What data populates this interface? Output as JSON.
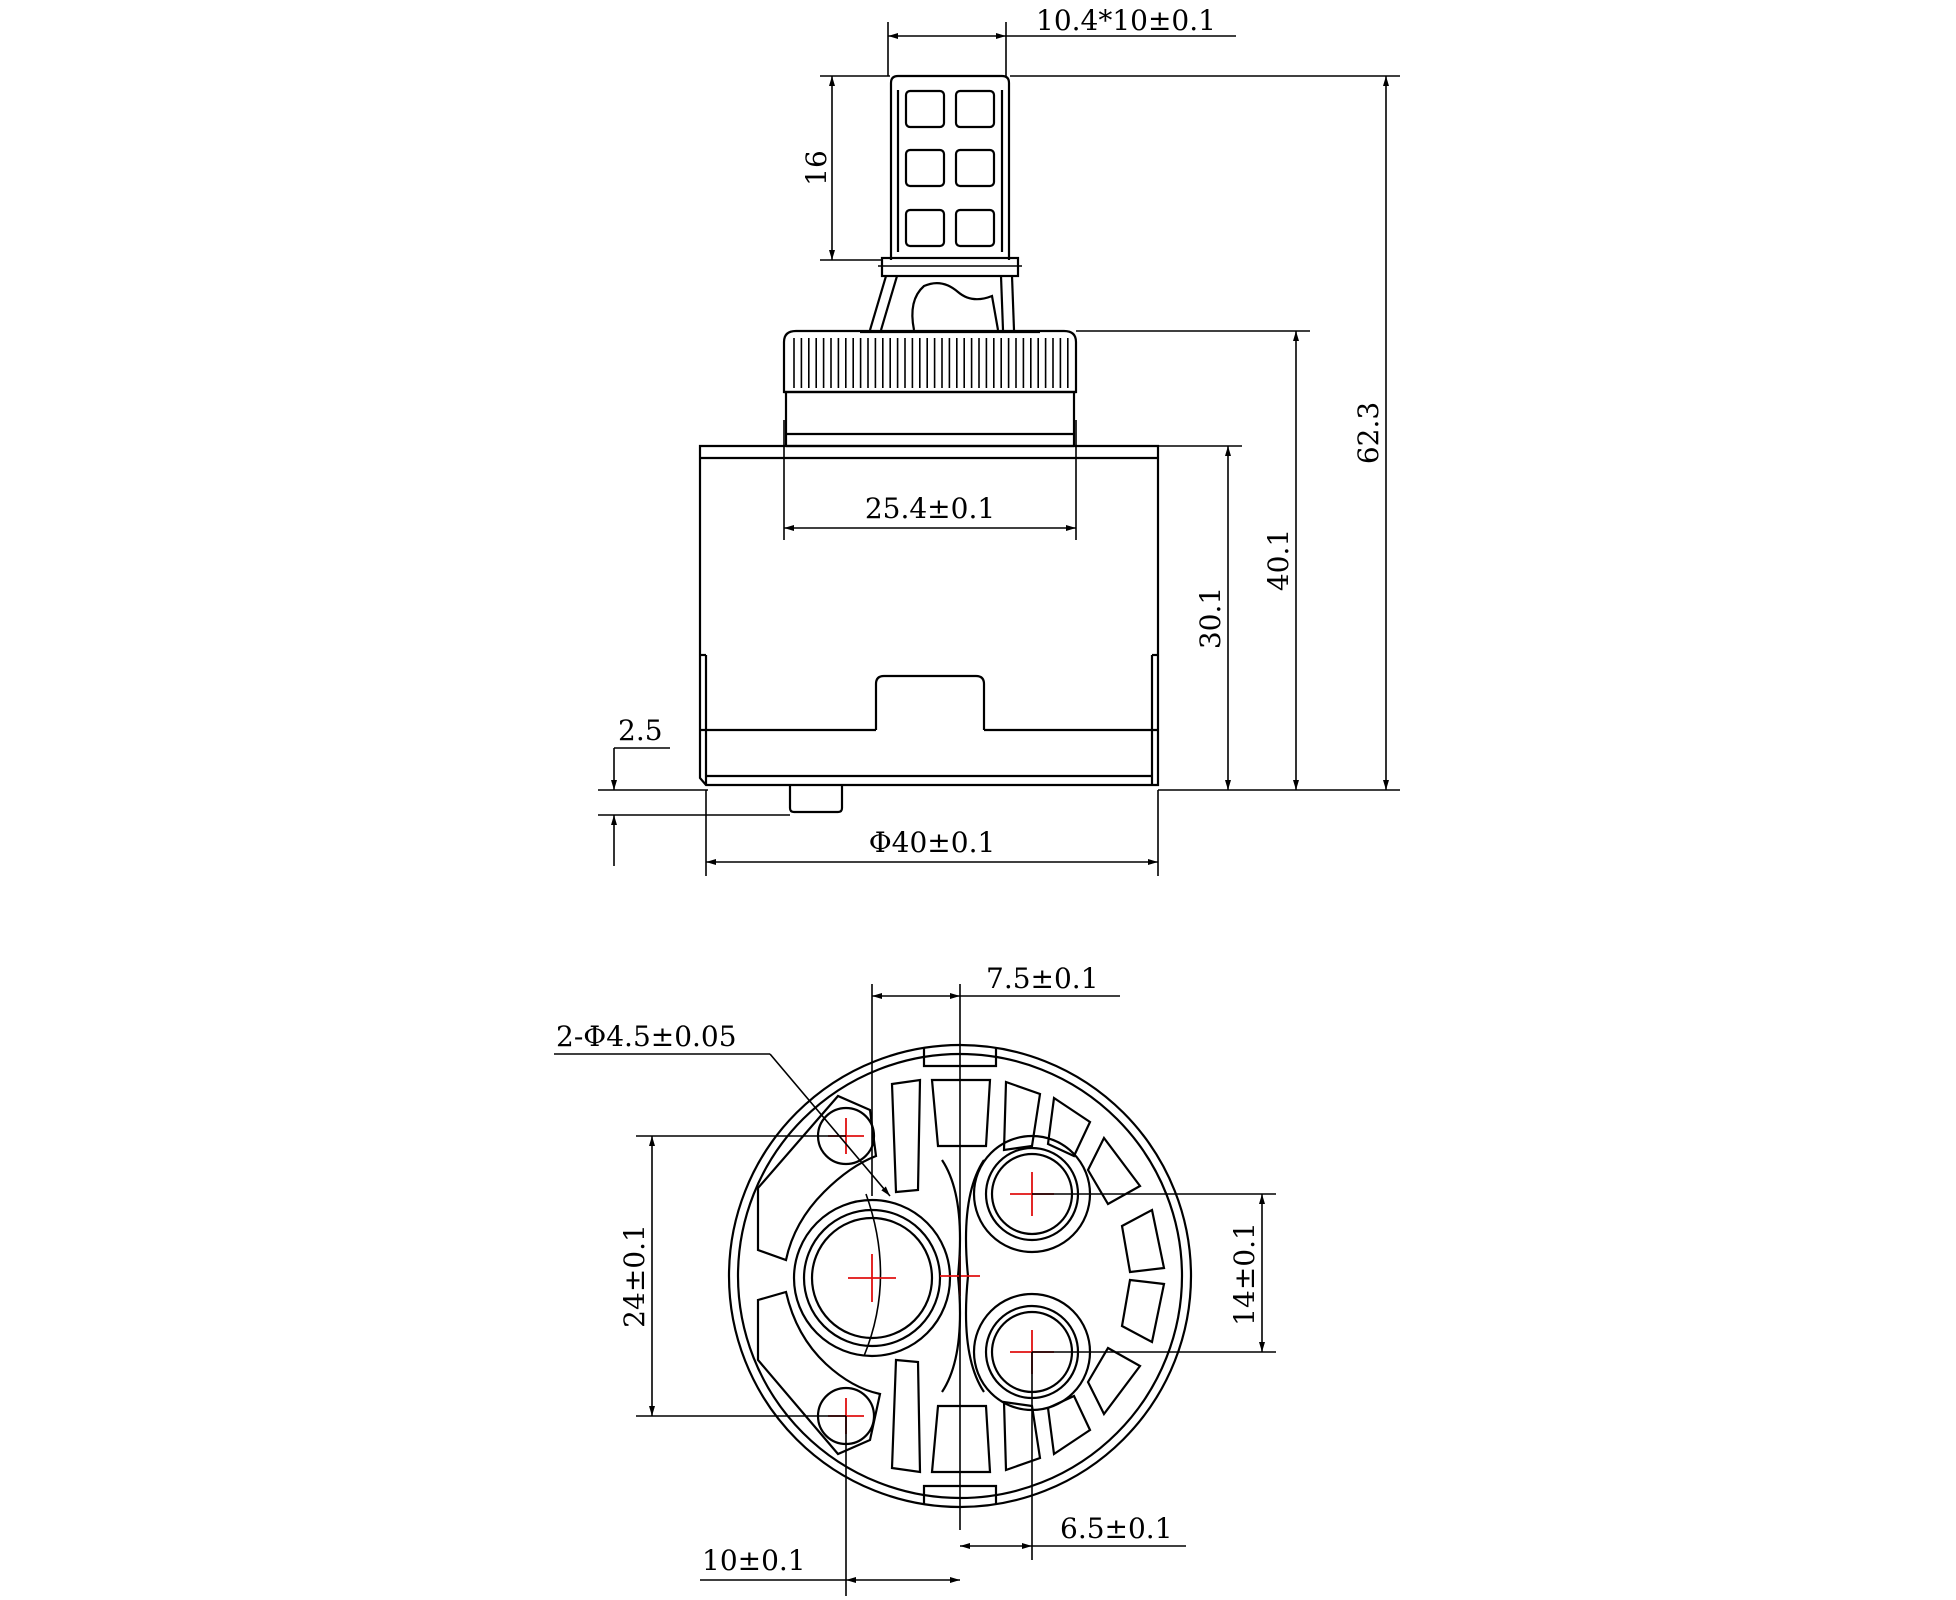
{
  "colors": {
    "line": "#000000",
    "centermark": "#e01010",
    "background": "#ffffff"
  },
  "side_view": {
    "stem_size": "10.4*10±0.1",
    "stem_height": "16",
    "total_height": "62.3",
    "height_to_knurl": "40.1",
    "body_height": "30.1",
    "knurl_diameter": "25.4±0.1",
    "pin_height": "2.5",
    "body_diameter": "Φ40±0.1"
  },
  "bottom_view": {
    "hole_offset_x": "7.5±0.1",
    "pin_holes": "2-Φ4.5±0.05",
    "pin_spacing": "24±0.1",
    "port_spacing": "14±0.1",
    "port_offset_x": "6.5±0.1",
    "pin_offset_x": "10±0.1"
  }
}
